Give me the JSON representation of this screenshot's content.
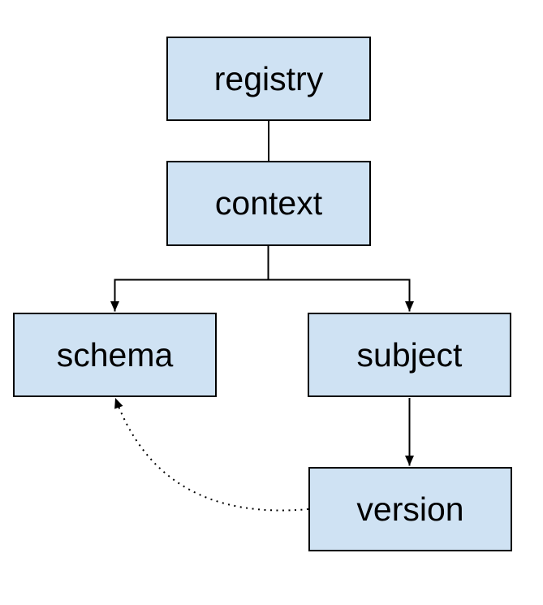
{
  "diagram": {
    "background_color": "#ffffff",
    "node_fill_color": "#cfe2f3",
    "node_border_color": "#000000",
    "edge_color": "#000000",
    "nodes": [
      {
        "id": "registry",
        "label": "registry"
      },
      {
        "id": "context",
        "label": "context"
      },
      {
        "id": "schema",
        "label": "schema"
      },
      {
        "id": "subject",
        "label": "subject"
      },
      {
        "id": "version",
        "label": "version"
      }
    ],
    "edges": [
      {
        "from": "registry",
        "to": "context",
        "style": "solid",
        "arrow": "none"
      },
      {
        "from": "context",
        "to": "schema",
        "style": "solid",
        "arrow": "end"
      },
      {
        "from": "context",
        "to": "subject",
        "style": "solid",
        "arrow": "end"
      },
      {
        "from": "subject",
        "to": "version",
        "style": "solid",
        "arrow": "end"
      },
      {
        "from": "version",
        "to": "schema",
        "style": "dotted",
        "arrow": "end"
      }
    ]
  }
}
